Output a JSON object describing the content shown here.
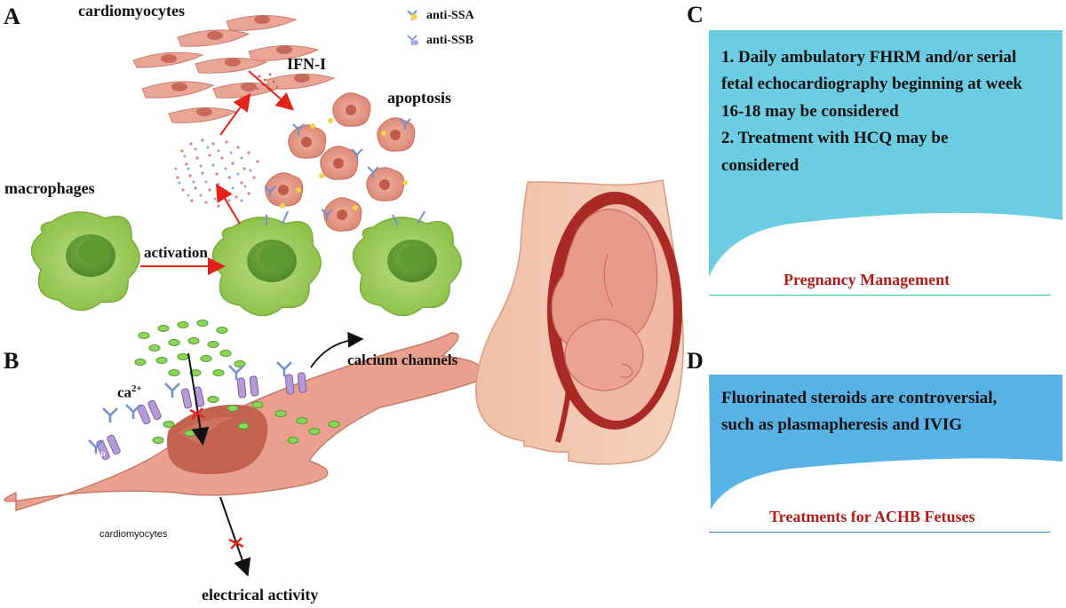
{
  "panels": {
    "a": "A",
    "b": "B",
    "c": "C",
    "d": "D"
  },
  "panel_a": {
    "cardiomyocytes": "cardiomyocytes",
    "ifn": "IFN-I",
    "apoptosis": "apoptosis",
    "macrophages": "macrophages",
    "activation": "activation",
    "legend": {
      "ssa": "anti-SSA",
      "ssb": "anti-SSB"
    }
  },
  "panel_b": {
    "ca_base": "ca",
    "ca_sup": "2+",
    "calcium_channels": "calcium channels",
    "cardiomyocytes": "cardiomyocytes",
    "electrical_activity": "electrical activity",
    "channel_tag": "α1D"
  },
  "panel_c": {
    "lines": [
      "1. Daily ambulatory FHRM and/or serial",
      "fetal echocardiography beginning at week",
      "16-18 may be considered",
      "2. Treatment with HCQ may be",
      "considered"
    ],
    "title": "Pregnancy Management",
    "fill_color": "#6ccde2",
    "rule_color": "#3cb8a4"
  },
  "panel_d": {
    "lines": [
      "Fluorinated steroids are controversial,",
      "such as plasmapheresis and IVIG"
    ],
    "title": "Treatments for ACHB Fetuses",
    "fill_color": "#58b2e6",
    "rule_color": "#2f7fd0"
  },
  "colors": {
    "title_red": "#b31b1b",
    "arrow_red": "#e2231a",
    "macrophage": "#9ccc5a",
    "cell_pink": "#e8a090",
    "vesicle": "#8fd45a"
  }
}
